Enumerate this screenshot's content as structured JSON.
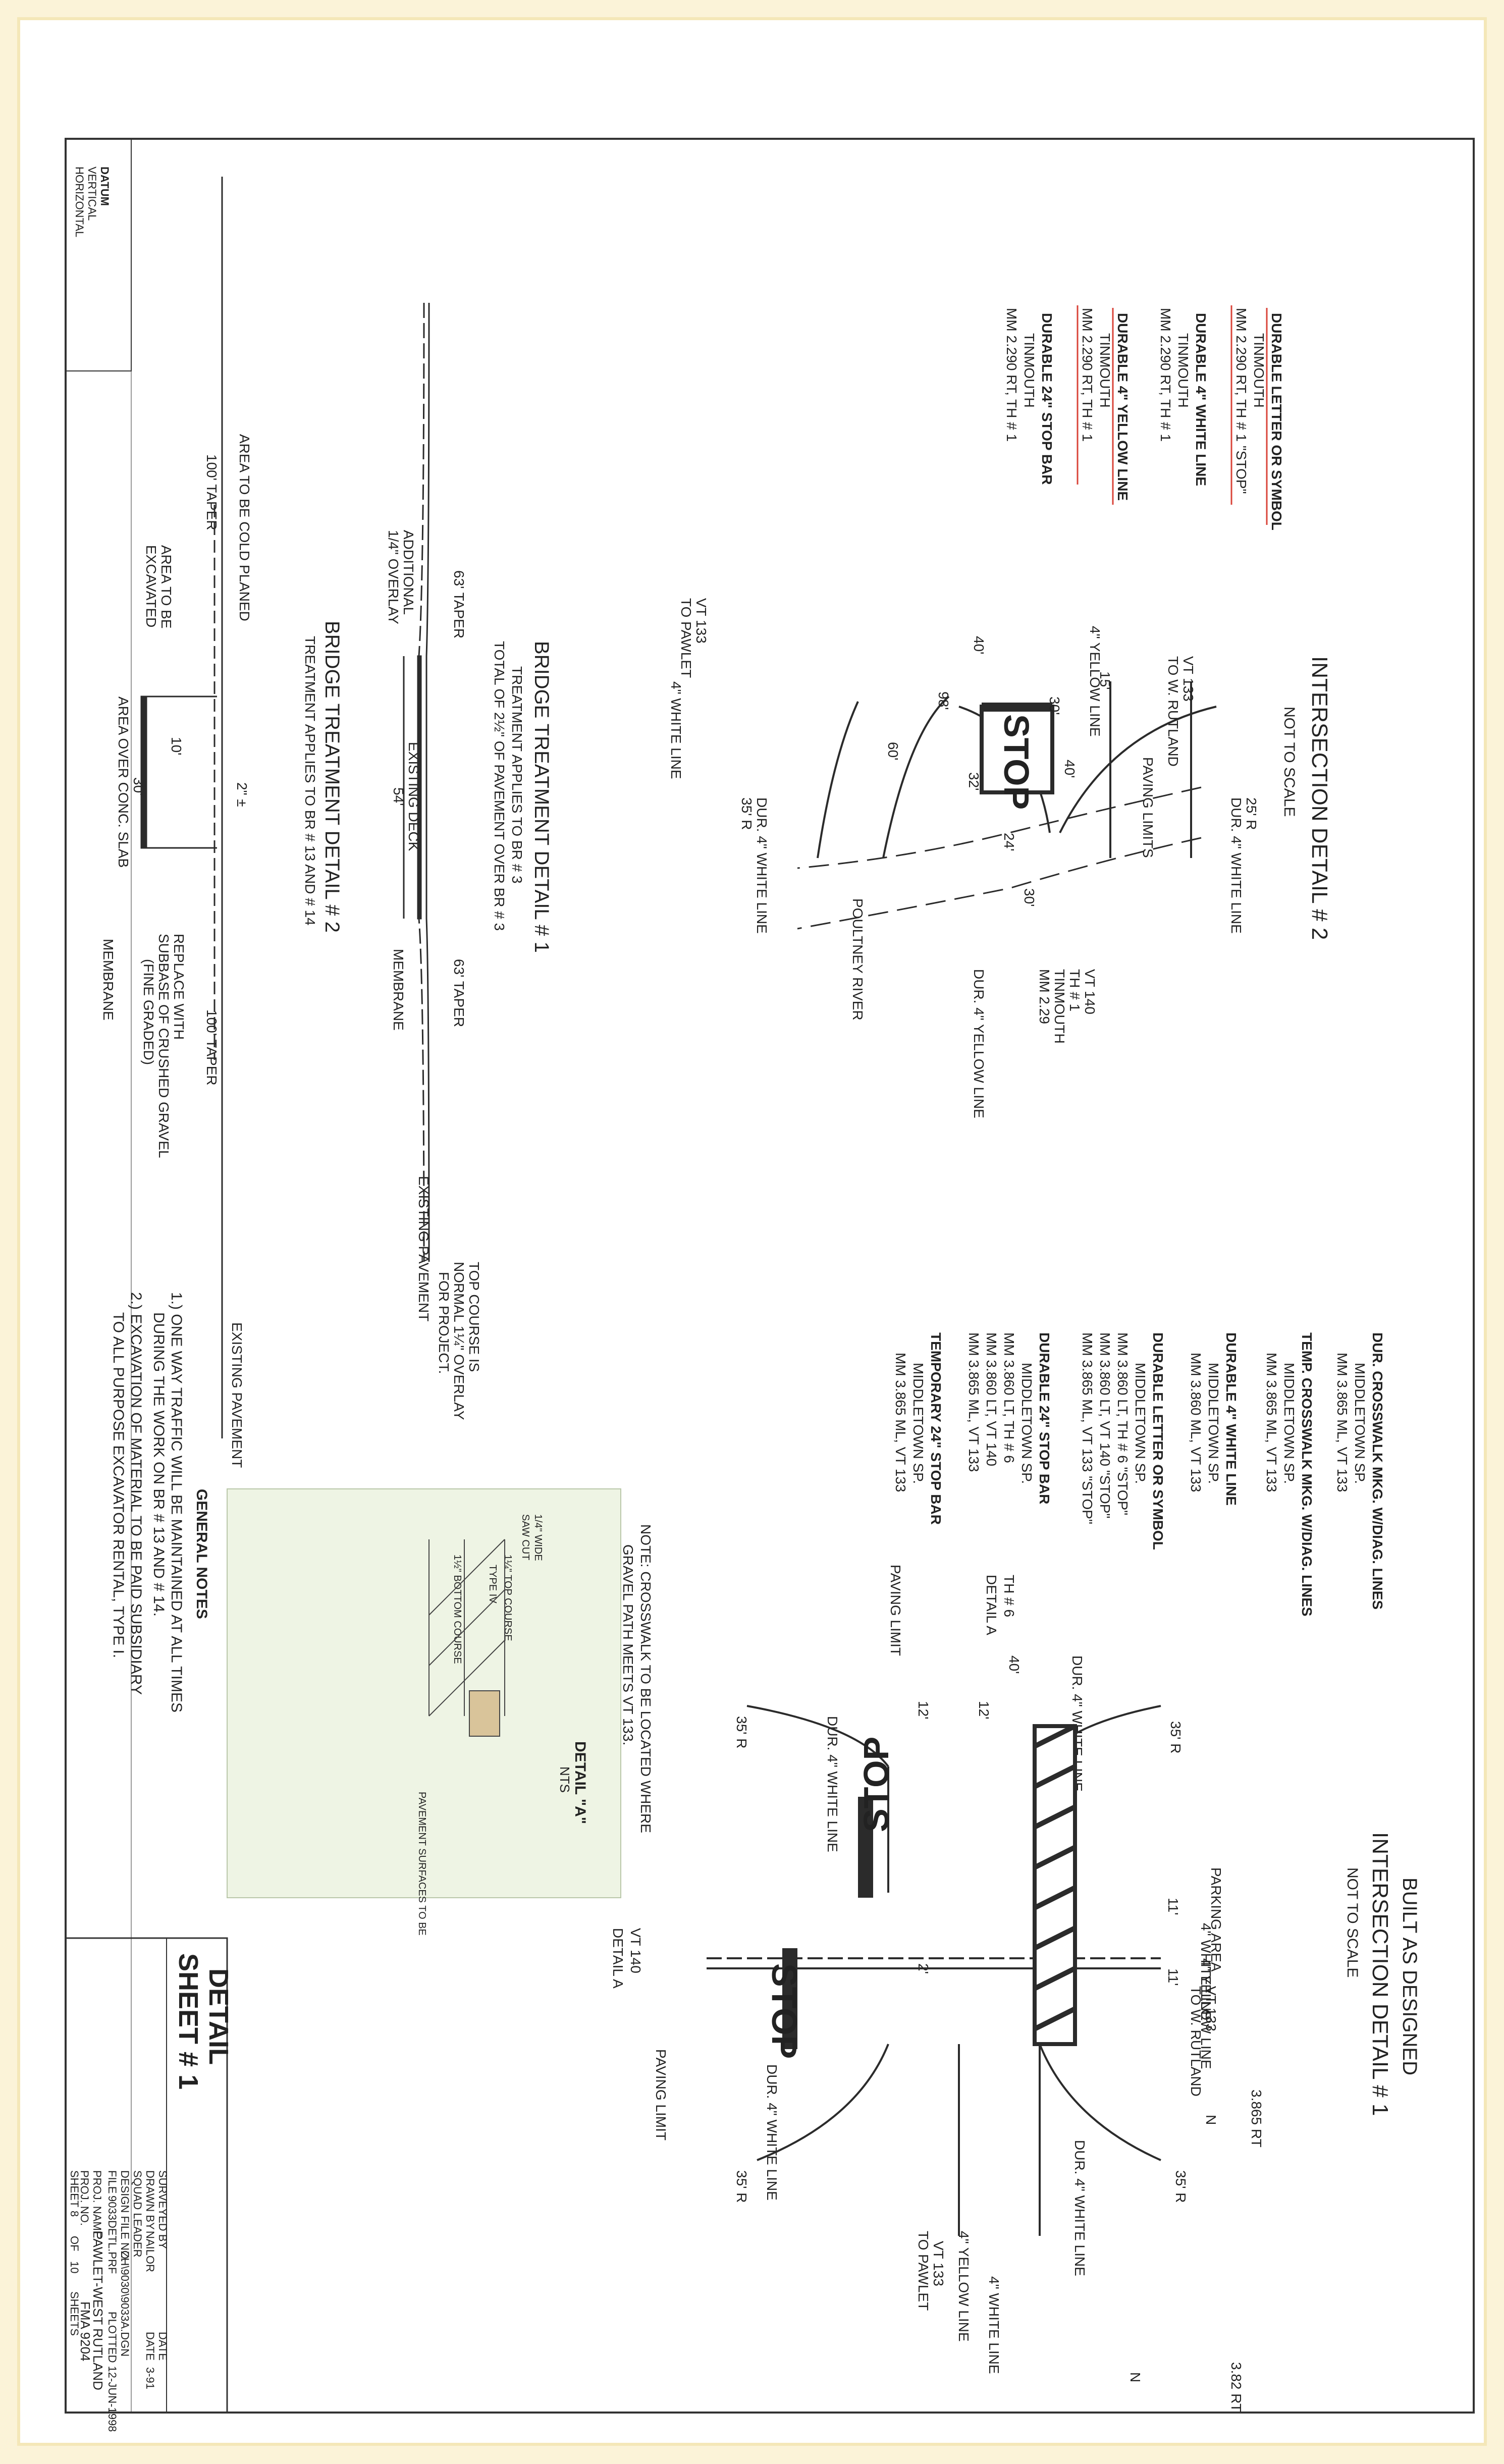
{
  "intersection2": {
    "title": "INTERSECTION DETAIL # 2",
    "scale": "NOT TO SCALE",
    "labels": {
      "vt133_pawlet": "VT 133",
      "to_pawlet": "TO PAWLET",
      "white_line": "4\" WHITE LINE",
      "yellow_line": "4\" YELLOW LINE",
      "vt133_rutland": "VT 133",
      "to_rutland": "TO W. RUTLAND",
      "radius_right": "25' R",
      "dur_white_right": "DUR. 4\" WHITE LINE",
      "paving_limits": "PAVING LIMITS",
      "dur_white_left": "DUR. 4\" WHITE LINE",
      "radius_left": "35' R",
      "poultney_river": "POULTNEY RIVER",
      "dur_yellow": "DUR. 4\" YELLOW LINE",
      "vt140": "VT 140",
      "th1": "TH # 1",
      "tinmouth": "TINMOUTH",
      "mm": "MM 2.29",
      "stop": "STOP"
    },
    "dimensions": {
      "d40": "40'",
      "d15": "15'",
      "d30a": "30'",
      "d98": "98'",
      "d60": "60'",
      "d40b": "40'",
      "d32": "32'",
      "d24": "24'",
      "d30b": "30'"
    }
  },
  "notes_tinmouth": [
    {
      "title": "DURABLE LETTER OR SYMBOL",
      "lines": [
        "TINMOUTH",
        "MM 2.290 RT, TH # 1 \"STOP\""
      ]
    },
    {
      "title": "DURABLE 4\" WHITE LINE",
      "lines": [
        "TINMOUTH",
        "MM 2.290 RT, TH # 1"
      ]
    },
    {
      "title": "DURABLE 4\" YELLOW LINE",
      "lines": [
        "TINMOUTH",
        "MM 2.290 RT, TH # 1"
      ]
    },
    {
      "title": "DURABLE 24\" STOP BAR",
      "lines": [
        "TINMOUTH",
        "MM 2.290 RT, TH # 1"
      ]
    }
  ],
  "bridge1": {
    "title": "BRIDGE TREATMENT DETAIL # 1",
    "sub1": "TREATMENT APPLIES TO BR # 3",
    "sub2": "TOTAL OF 2½\" OF PAVEMENT OVER BR # 3",
    "taper1": "63' TAPER",
    "taper2": "63' TAPER",
    "additional": "ADDITIONAL",
    "overlay": "1/4\" OVERLAY",
    "existing_deck": "EXISTING DECK",
    "deck_dim": "54'",
    "membrane": "MEMBRANE",
    "existing_pavement": "EXISTING PAVEMENT",
    "top_course1": "TOP COURSE IS",
    "top_course2": "NORMAL 1¼\" OVERLAY",
    "top_course3": "FOR PROJECT."
  },
  "bridge2": {
    "title": "BRIDGE TREATMENT DETAIL # 2",
    "sub1": "TREATMENT APPLIES TO BR # 13 AND # 14",
    "cold_planed": "AREA TO BE COLD PLANED",
    "taper_left": "100' TAPER",
    "taper_right": "100' TAPER",
    "excavated1": "AREA TO BE",
    "excavated2": "EXCAVATED",
    "dim10": "10'",
    "dim30": "30'",
    "dim2": "2\" ±",
    "slab": "AREA OVER CONC. SLAB",
    "replace1": "REPLACE WITH",
    "replace2": "SUBBASE OF CRUSHED GRAVEL",
    "replace3": "(FINE GRADED)",
    "membrane": "MEMBRANE",
    "existing_pavement": "EXISTING PAVEMENT"
  },
  "general_notes": {
    "title": "GENERAL NOTES",
    "items": [
      "1.) ONE WAY TRAFFIC WILL BE MAINTAINED AT ALL TIMES",
      "DURING THE WORK ON BR # 13 AND # 14.",
      "2.) EXCAVATION OF MATERIAL TO BE PAID SUBSIDIARY",
      "TO ALL PURPOSE EXCAVATOR RENTAL, TYPE I."
    ]
  },
  "datum": {
    "title": "DATUM",
    "vertical": "VERTICAL",
    "horizontal": "HORIZONTAL"
  },
  "detail_a": {
    "title": "DETAIL \"A\"",
    "nts": "NTS",
    "joint1": "1/4\" WIDE",
    "joint2": "SAW CUT",
    "bottom": "1½\" BOTTOM COURSE",
    "top": "1¼\" TOP COURSE",
    "pavement": "PAVEMENT SURFACES TO BE",
    "type": "TYPE IV"
  },
  "notes_middletown": [
    {
      "title": "DUR. CROSSWALK MKG. W/DIAG. LINES",
      "lines": [
        "MIDDLETOWN SP.",
        "MM 3.865 ML, VT 133"
      ]
    },
    {
      "title": "TEMP. CROSSWALK MKG. W/DIAG. LINES",
      "lines": [
        "MIDDLETOWN SP.",
        "MM 3.865 ML, VT 133"
      ]
    },
    {
      "title": "DURABLE 4\" WHITE LINE",
      "lines": [
        "MIDDLETOWN SP.",
        "MM 3.860 ML, VT 133"
      ]
    },
    {
      "title": "DURABLE LETTER OR SYMBOL",
      "lines": [
        "MIDDLETOWN SP.",
        "MM 3.860 LT, TH # 6 \"STOP\"",
        "MM 3.860 LT, VT 140 \"STOP\"",
        "MM 3.865 ML, VT 133 \"STOP\""
      ]
    },
    {
      "title": "DURABLE 24\" STOP BAR",
      "lines": [
        "MIDDLETOWN SP.",
        "MM 3.860 LT, TH # 6",
        "MM 3.860 LT, VT 140",
        "MM 3.865 ML, VT 133"
      ]
    },
    {
      "title": "TEMPORARY 24\" STOP BAR",
      "lines": [
        "MIDDLETOWN SP.",
        "MM 3.865 ML, VT 133"
      ]
    }
  ],
  "crosswalk_note": {
    "line1": "NOTE: CROSSWALK TO BE LOCATED WHERE",
    "line2": "GRAVEL PATH MEETS VT 133."
  },
  "intersection1": {
    "stamp": "BUILT AS DESIGNED",
    "title": "INTERSECTION DETAIL # 1",
    "scale": "NOT TO SCALE",
    "labels": {
      "th6": "TH # 6",
      "detail_a": "DETAIL A",
      "paving_limit": "PAVING LIMIT",
      "d40": "40'",
      "d12a": "12'",
      "d12b": "12'",
      "dur_white_a": "DUR. 4\" WHITE LINE",
      "r35a": "35' R",
      "r35b": "35' R",
      "dur_white_b": "DUR. 4\" WHITE LINE",
      "parking": "PARKING AREA",
      "white_line": "4\" WHITE LINE",
      "yellow_line": "4\" YELLOW LINE",
      "vt133": "VT 133",
      "to_rutland": "TO W. RUTLAND",
      "stop": "STOP",
      "vt140": "VT 140",
      "detail_a2": "DETAIL A",
      "paving_limit2": "PAVING LIMIT",
      "dur_white_c": "DUR. 4\" WHITE LINE",
      "r35c": "35' R",
      "dur_white_d": "DUR. 4\" WHITE LINE",
      "r35d": "35' R",
      "yellow_line2": "4\" YELLOW LINE",
      "white_line2": "4\" WHITE LINE",
      "vt133b": "VT 133",
      "to_pawlet": "TO PAWLET",
      "mm1": "3.865 RT",
      "mm2": "3.82 RT",
      "n1": "N",
      "n2": "N",
      "dim2": "2'",
      "dim11a": "11'",
      "dim11b": "11'"
    }
  },
  "title_block": {
    "detail": "DETAIL",
    "sheet": "SHEET # 1",
    "surveyed": "SURVEYED BY",
    "drawn": "DRAWN BY",
    "drawn_val": "NAILOR",
    "date_label": "DATE",
    "date_val": "3-91",
    "squad": "SQUAD LEADER",
    "design_file": "DESIGN FILE NO.",
    "design_val": "ZH\\9030\\9033A.DGN",
    "file": "FILE",
    "file_val": "9033DETL.PRF",
    "plotted": "PLOTTED 12-JUN-1998",
    "proj_name_label": "PROJ. NAME",
    "proj_name": "PAWLET-WEST RUTLAND",
    "proj_no_label": "PROJ. NO.",
    "proj_no": "FMA 9204",
    "sheet_label": "SHEET",
    "sheet_no": "8",
    "of": "OF",
    "sheet_total": "10",
    "sheets": "SHEETS"
  },
  "colors": {
    "ink": "#2b2b2b",
    "red": "#d9443a",
    "paper": "#ffffff",
    "border": "#fbf3d8"
  }
}
